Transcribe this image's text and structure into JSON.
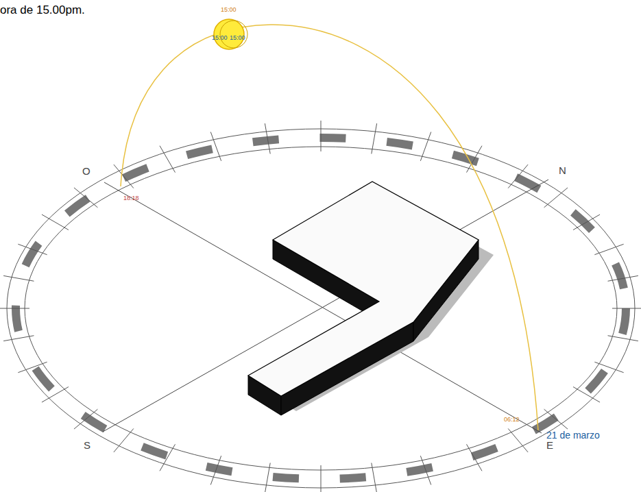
{
  "diagram": {
    "labels": [
      "ora de 15.00pm.",
      "15:00",
      "15:00",
      "15:00",
      "O",
      "N",
      "18:18",
      "S",
      "06:12",
      "21 de marzo",
      "E"
    ]
  }
}
